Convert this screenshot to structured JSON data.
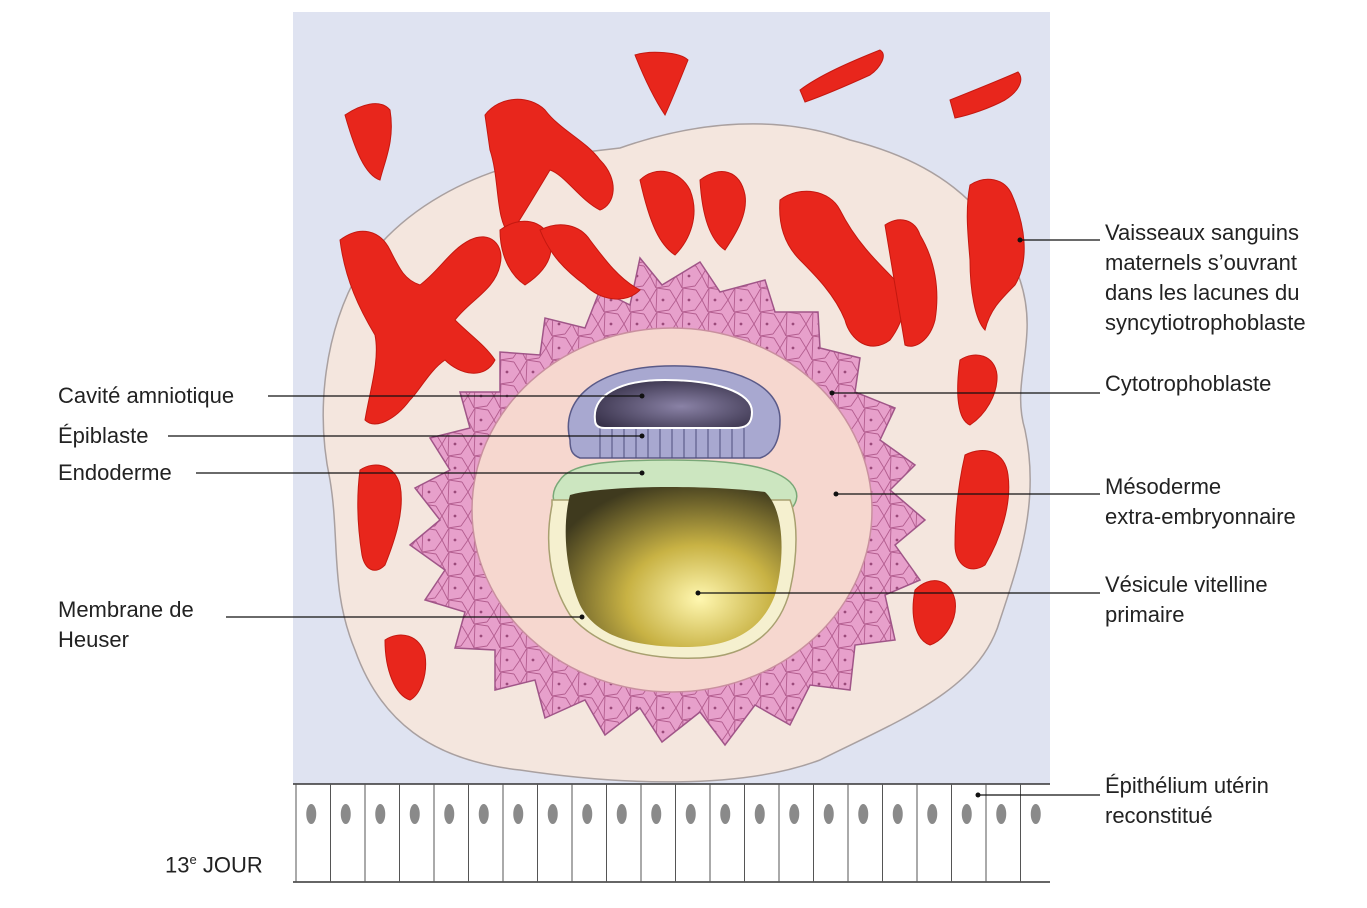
{
  "labels": {
    "cavite_amniotique": "Cavité amniotique",
    "epiblaste": "Épiblaste",
    "endoderme": "Endoderme",
    "membrane_heuser": [
      "Membrane de",
      "Heuser"
    ],
    "vaisseaux": [
      "Vaisseaux sanguins",
      "maternels s’ouvrant",
      "dans les lacunes du",
      "syncytiotrophoblaste"
    ],
    "cytotrophoblaste": "Cytotrophoblaste",
    "mesoderme": [
      "Mésoderme",
      "extra-embryonnaire"
    ],
    "vesicule": [
      "Vésicule vitelline",
      "primaire"
    ],
    "epithelium": [
      "Épithélium utérin",
      "reconstitué"
    ]
  },
  "day_label": {
    "number": "13",
    "suffix": "e",
    "text": " JOUR"
  },
  "colors": {
    "background": "#dfe3f1",
    "syncytio": "#f4e6de",
    "lacunae": "#e8261c",
    "cytotrophoblast": "#e9a3cc",
    "mesoderm": "#f6d7cf",
    "amnion_cells": "#9fa0c9",
    "amniotic_cavity": "#4a4262",
    "endoderm_cells": "#cce6c0",
    "yolk_sac": "#b9a33a"
  }
}
